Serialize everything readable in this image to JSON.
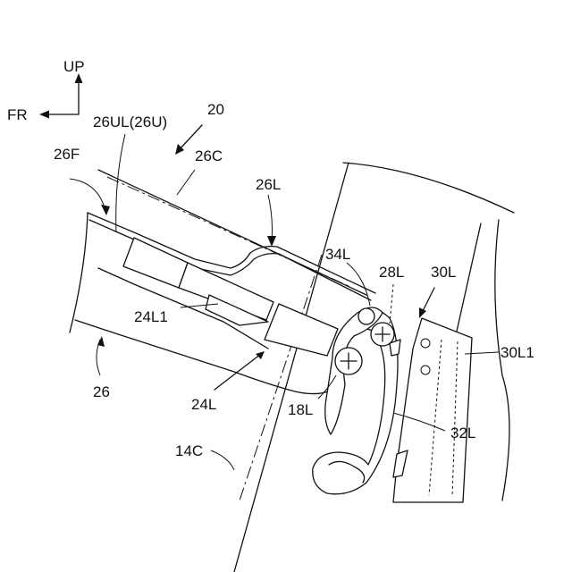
{
  "labels": {
    "up": "UP",
    "fr": "FR",
    "l20": "20",
    "l26ul": "26UL(26U)",
    "l26f": "26F",
    "l26c": "26C",
    "l26l": "26L",
    "l34l": "34L",
    "l28l": "28L",
    "l30l": "30L",
    "l24l1": "24L1",
    "l30l1": "30L1",
    "l26": "26",
    "l24l": "24L",
    "l18l": "18L",
    "l32l": "32L",
    "l14c": "14C"
  }
}
